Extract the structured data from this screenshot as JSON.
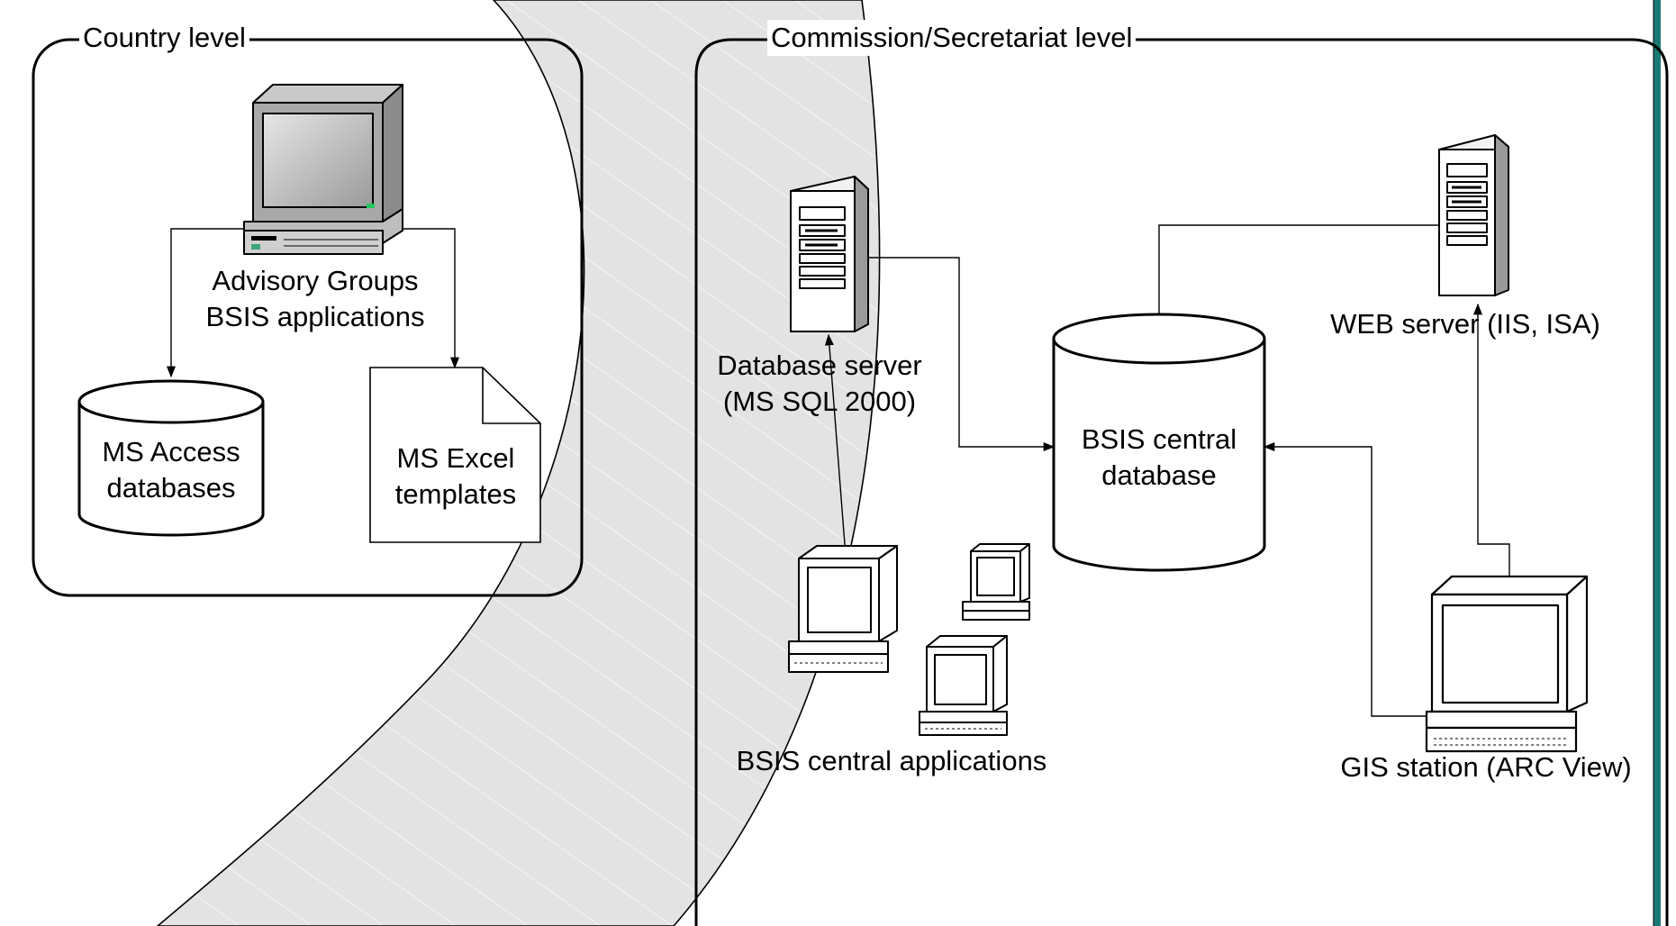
{
  "diagram": {
    "colors": {
      "band_fill": "#e3e3e3",
      "line": "#000000",
      "teal_edge": "#1a7a73",
      "monitor_gray": "#a8a8a8",
      "screen_gray": "#c8c8c8"
    },
    "country_frame": {
      "title": "Country level"
    },
    "commission_frame": {
      "title": "Commission/Secretariat level"
    },
    "advisory_pc": {
      "label_line1": "Advisory Groups",
      "label_line2": "BSIS applications",
      "icon": "desktop-computer-icon"
    },
    "access_db": {
      "label_line1": "MS Access",
      "label_line2": "databases",
      "icon": "database-cylinder-icon"
    },
    "excel_templates": {
      "label_line1": "MS Excel",
      "label_line2": "templates",
      "icon": "document-icon"
    },
    "database_server": {
      "label_line1": "Database server",
      "label_line2": "(MS SQL 2000)",
      "icon": "tower-server-icon"
    },
    "central_db": {
      "label_line1": "BSIS central",
      "label_line2": "database",
      "icon": "database-cylinder-icon"
    },
    "web_server": {
      "label": "WEB server (IIS, ISA)",
      "icon": "tower-server-icon"
    },
    "central_apps": {
      "label": "BSIS central applications",
      "icon": "workstation-icon"
    },
    "gis_station": {
      "label": "GIS station (ARC View)",
      "icon": "workstation-icon"
    }
  }
}
